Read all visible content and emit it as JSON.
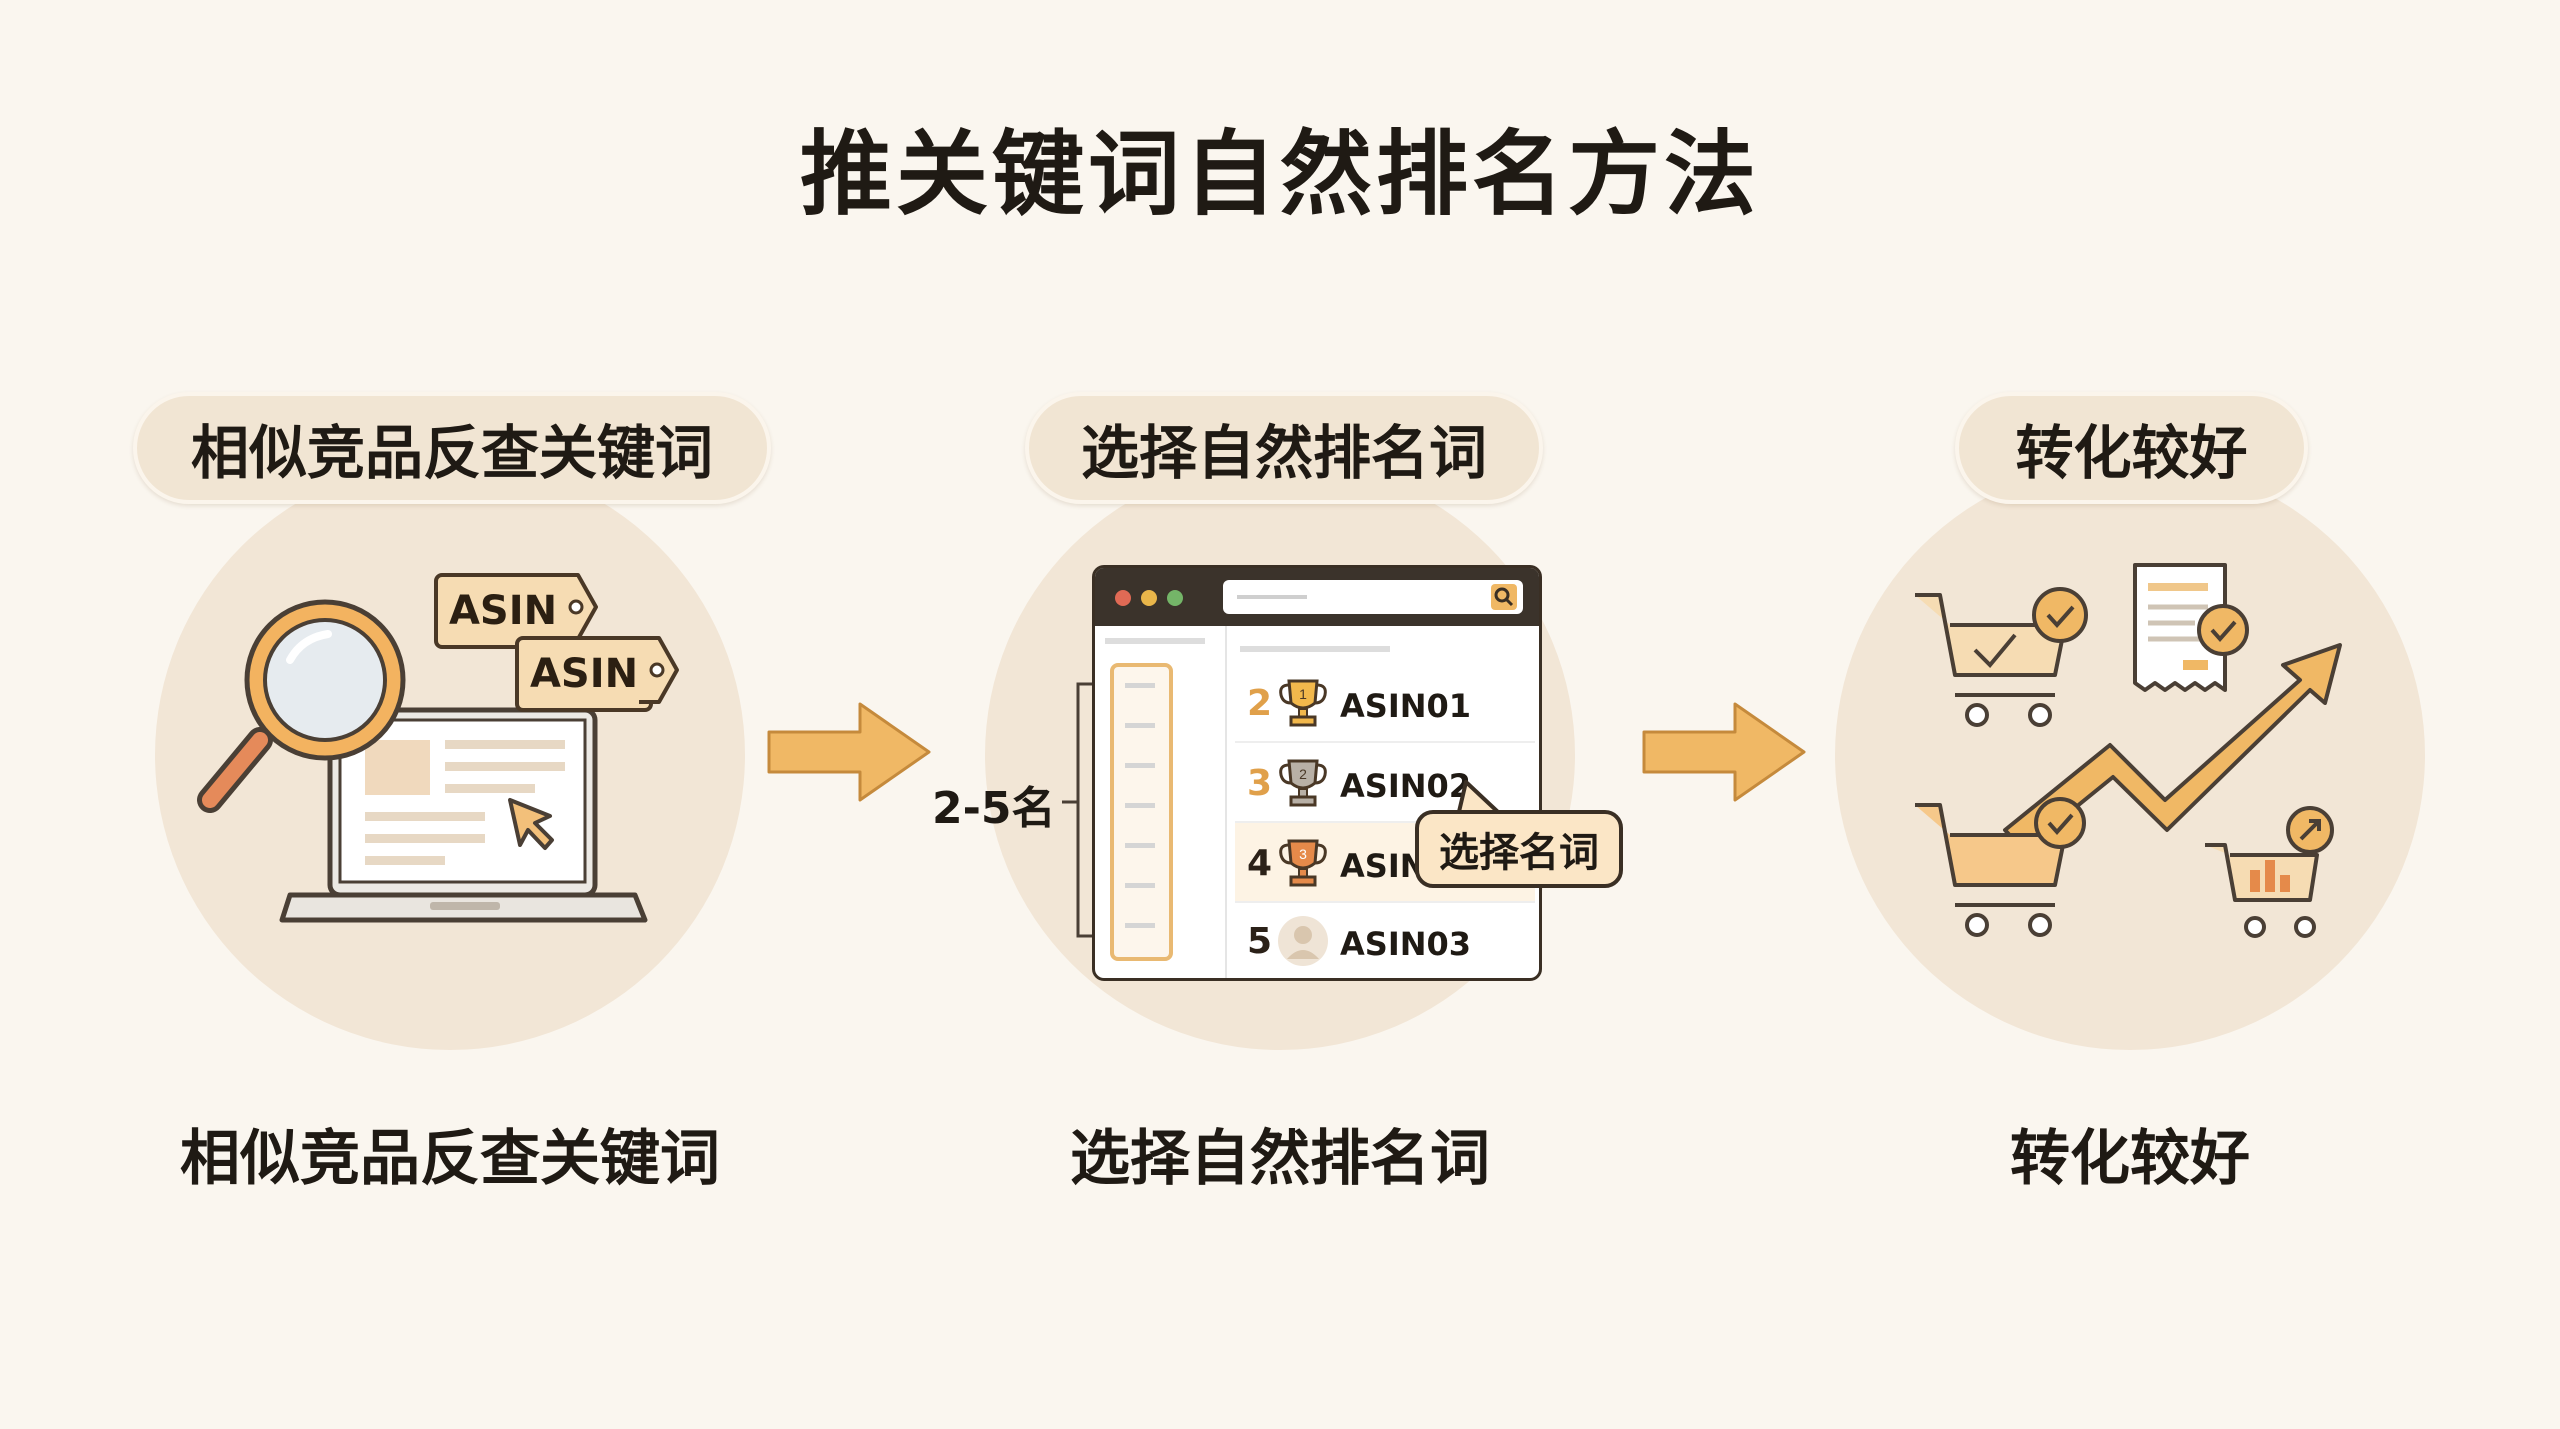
{
  "title": "推关键词自然排名方法",
  "steps": [
    {
      "pill": "相似竞品反查关键词",
      "caption": "相似竞品反查关键词"
    },
    {
      "pill": "选择自然排名词",
      "caption": "选择自然排名词"
    },
    {
      "pill": "转化较好",
      "caption": "转化较好"
    }
  ],
  "tags": [
    "ASIN",
    "ASIN"
  ],
  "rank_label": "2-5名",
  "ranking_rows": [
    {
      "rank": "2",
      "trophy": "1",
      "asin": "ASIN01",
      "rank_color": "#e0a04a"
    },
    {
      "rank": "3",
      "trophy": "2",
      "asin": "ASIN02",
      "rank_color": "#e0a04a"
    },
    {
      "rank": "4",
      "trophy": "3",
      "asin": "ASIN",
      "rank_color": "#2b2118"
    },
    {
      "rank": "5",
      "trophy": "",
      "asin": "ASIN03",
      "rank_color": "#2b2118"
    }
  ],
  "callout": "选择名词",
  "colors": {
    "accent": "#f0b865",
    "circle": "#f2e6d6",
    "background": "#faf6ef",
    "outline": "#3a2f24"
  }
}
